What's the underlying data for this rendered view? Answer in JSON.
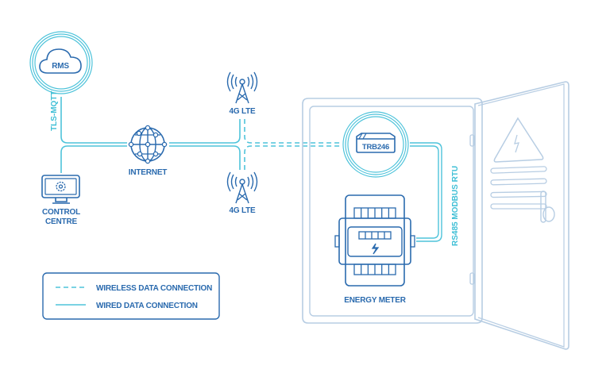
{
  "diagram": {
    "nodes": {
      "rms": "RMS",
      "internet": "INTERNET",
      "control_centre_line1": "CONTROL",
      "control_centre_line2": "CENTRE",
      "lte_top": "4G LTE",
      "lte_bottom": "4G LTE",
      "router": "TRB246",
      "energy_meter": "ENERGY METER"
    },
    "connections": {
      "rms_link": "TLS-MQTT",
      "meter_link": "RS485 MODBUS RTU"
    },
    "legend": {
      "wireless": "WIRELESS DATA CONNECTION",
      "wired": "WIRED DATA CONNECTION"
    },
    "colors": {
      "connection": "#4ec3da",
      "icon": "#2a6aae",
      "cabinet": "#b7cde3"
    }
  }
}
